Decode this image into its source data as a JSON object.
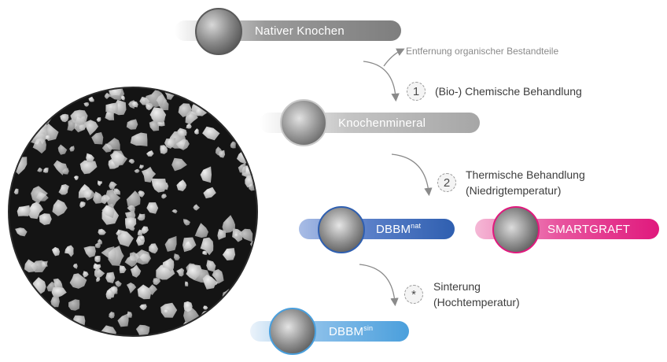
{
  "nodes": {
    "native_bone": "Nativer Knochen",
    "bone_mineral": "Knochenmineral",
    "dbbm_nat": {
      "base": "DBBM",
      "sup": "nat"
    },
    "smartgraft": "SMARTGRAFT",
    "dbbm_sin": {
      "base": "DBBM",
      "sup": "sin"
    }
  },
  "steps": {
    "removal_note": "Entfernung organischer Bestandteile",
    "step1": {
      "badge": "1",
      "text": "(Bio-) Chemische Behandlung"
    },
    "step2": {
      "badge": "2",
      "line1": "Thermische Behandlung",
      "line2": "(Niedrigtemperatur)"
    },
    "step3": {
      "badge": "*",
      "line1": "Sinterung",
      "line2": "(Hochtemperatur)"
    }
  },
  "colors": {
    "grey": "#8f8f8f",
    "blue_dark": "#2f5fb0",
    "blue_light": "#4a9fdc",
    "magenta": "#e0197d"
  }
}
